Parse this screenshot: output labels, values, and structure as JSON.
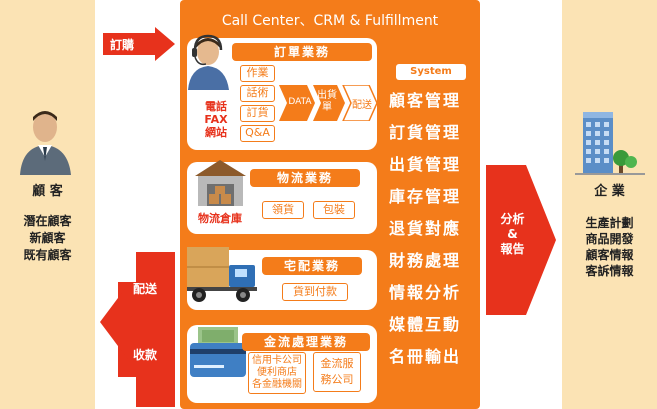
{
  "title": "Call Center、CRM & Fulfillment",
  "arrows": {
    "order": "訂購",
    "deliver": "配送",
    "collect": "收款",
    "analysis": "分析\n&\n報告"
  },
  "customer": {
    "label": "顧 客",
    "types": [
      "潛在顧客",
      "新顧客",
      "既有顧客"
    ]
  },
  "enterprise": {
    "label": "企 業",
    "items": [
      "生產計劃",
      "商品開發",
      "顧客情報",
      "客訴情報"
    ]
  },
  "order_section": {
    "title": "訂單業務",
    "channels": [
      "電話",
      "FAX",
      "網站"
    ],
    "tasks": [
      "作業",
      "話術",
      "訂貨",
      "Q&A"
    ],
    "data_label": "DATA",
    "ship_label": "出貨單",
    "deliver_label": "配送"
  },
  "logistics_section": {
    "title": "物流業務",
    "warehouse": "物流倉庫",
    "tasks": [
      "領貨",
      "包裝"
    ]
  },
  "delivery_section": {
    "title": "宅配業務",
    "tasks": [
      "貨到付款"
    ]
  },
  "finance_section": {
    "title": "金流處理業務",
    "sources": [
      "信用卡公司",
      "便利商店",
      "各金融機關"
    ],
    "service": "金流服務公司"
  },
  "system": {
    "label": "System",
    "items": [
      "顧客管理",
      "訂貨管理",
      "出貨管理",
      "庫存管理",
      "退貨對應",
      "財務處理",
      "情報分析",
      "媒體互動",
      "名冊輸出"
    ]
  },
  "colors": {
    "orange": "#f47c1a",
    "red": "#e7321c",
    "side_panel": "#fbe3b4"
  }
}
